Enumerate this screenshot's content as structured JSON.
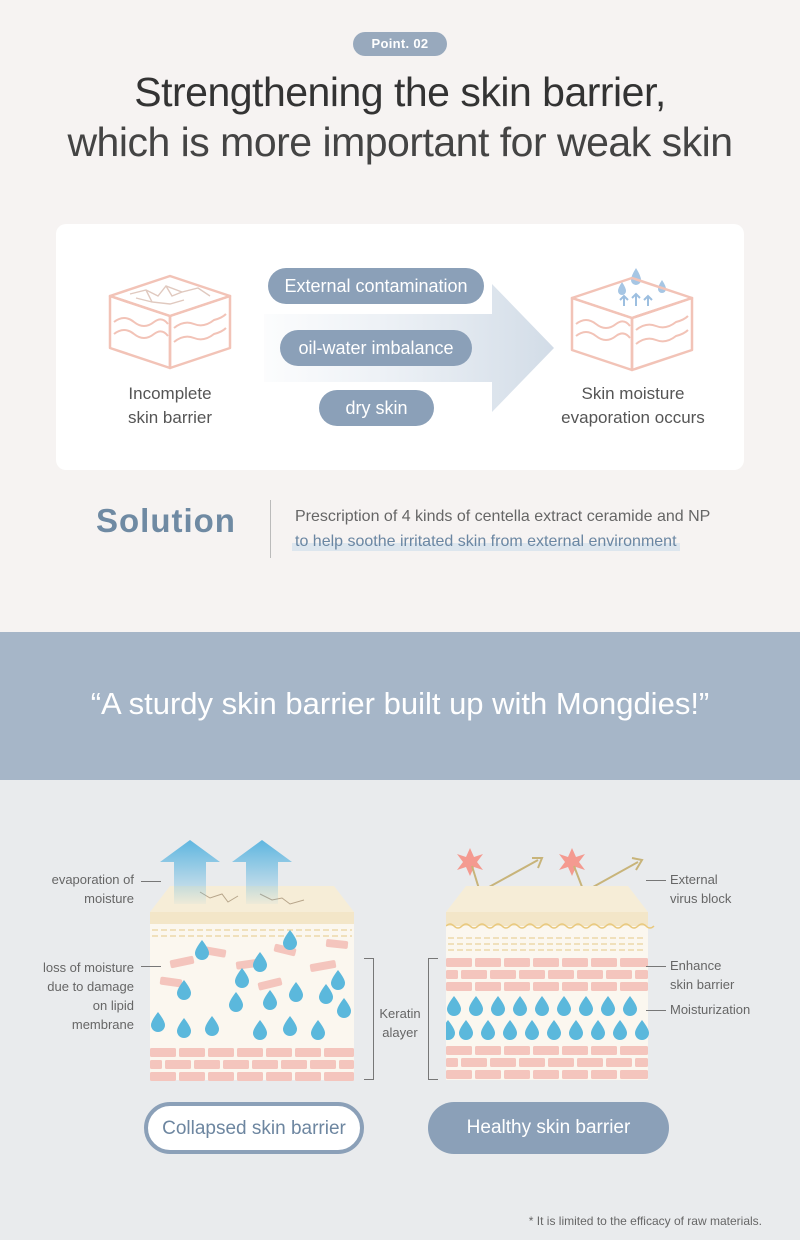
{
  "section1": {
    "badge": "Point. 02",
    "headline_line1": "Strengthening the skin barrier,",
    "headline_line2": "which is more important for weak skin",
    "card": {
      "left_caption_line1": "Incomplete",
      "left_caption_line2": "skin barrier",
      "causes": [
        "External contamination",
        "oil-water imbalance",
        "dry skin"
      ],
      "right_caption_line1": "Skin moisture",
      "right_caption_line2": "evaporation occurs"
    },
    "solution": {
      "title": "Solution",
      "line1": "Prescription of 4 kinds of centella extract ceramide and NP",
      "line2": "to help soothe irritated skin from external environment"
    }
  },
  "section2": {
    "quote": "“A sturdy skin barrier built up with Mongdies!”"
  },
  "section3": {
    "left_labels": {
      "evaporation_line1": "evaporation of",
      "evaporation_line2": "moisture",
      "loss_line1": "loss of moisture",
      "loss_line2": "due to damage",
      "loss_line3": "on lipid",
      "loss_line4": "membrane"
    },
    "middle_label_line1": "Keratin",
    "middle_label_line2": "alayer",
    "right_labels": {
      "virus_line1": "External",
      "virus_line2": "virus block",
      "enhance_line1": "Enhance",
      "enhance_line2": "skin barrier",
      "moist": "Moisturization"
    },
    "collapsed_button": "Collapsed skin barrier",
    "healthy_button": "Healthy skin barrier",
    "footnote": "* It is limited to the efficacy of raw materials."
  },
  "colors": {
    "accent": "#8ba0b8",
    "band": "#a6b6c8",
    "solution_title": "#6f8aa3",
    "droplet": "#5bb8dc",
    "brick": "#f4c5bd",
    "cream": "#f3e6c8"
  }
}
